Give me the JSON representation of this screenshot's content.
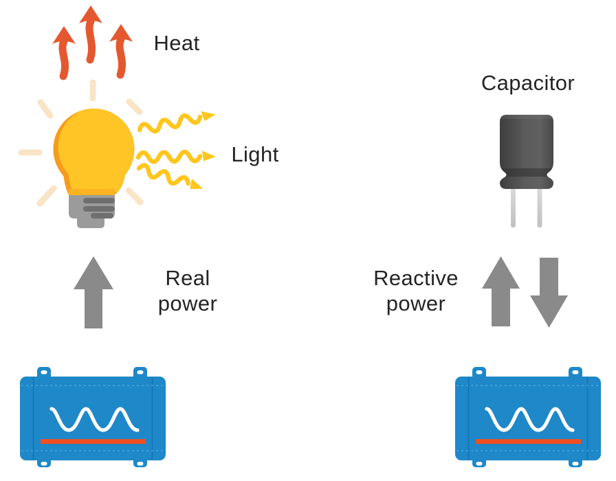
{
  "diagram": {
    "title_implicit": "Real power vs reactive power",
    "left": {
      "heat_label": "Heat",
      "light_label": "Light",
      "power_label": [
        "Real",
        "power"
      ]
    },
    "right": {
      "capacitor_label": "Capacitor",
      "power_label": [
        "Reactive",
        "power"
      ]
    }
  },
  "icons": {
    "heat": "heat-arrows-icon",
    "bulb": "light-bulb-icon",
    "light": "light-waves-icon",
    "real_power": "up-arrow-icon",
    "reactive_power": [
      "up-arrow-icon",
      "down-arrow-icon"
    ],
    "capacitor": "capacitor-icon",
    "source_left": "inverter-icon",
    "source_right": "inverter-icon"
  },
  "colors": {
    "background": "#FFFFFF",
    "text": "#242424",
    "heat_arrow": "#E5582F",
    "light_wave": "#FFC61E",
    "bulb_yellow": "#FFC425",
    "bulb_shade_orange": "#F59C1C",
    "bulb_rays": "#FAE4C6",
    "bulb_base_gray": "#9B9B9B",
    "bulb_base_stripe": "#6F6F6F",
    "power_arrow_gray": "#8A8A8A",
    "inverter_blue": "#1E88C8",
    "inverter_stripe_orange": "#F04F23",
    "inverter_wave_white": "#FFFFFF",
    "capacitor_body_gray": "#4F4F4F",
    "capacitor_leg_gray": "#C9C9C9"
  }
}
